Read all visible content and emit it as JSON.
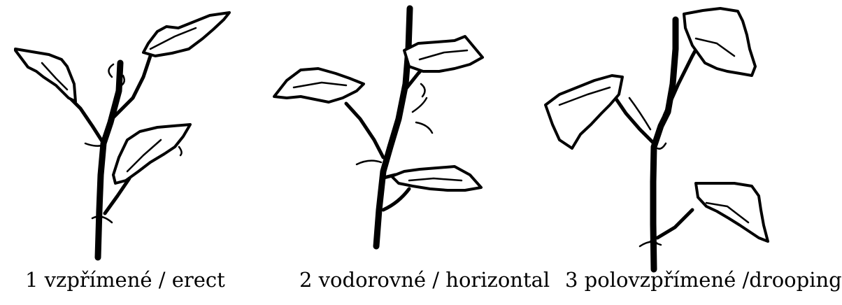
{
  "figure": {
    "panels": [
      {
        "label": "1 vzpřímené / erect"
      },
      {
        "label": "2 vodorovné / horizontal"
      },
      {
        "label": "3 polovzpřímené /drooping"
      }
    ]
  }
}
